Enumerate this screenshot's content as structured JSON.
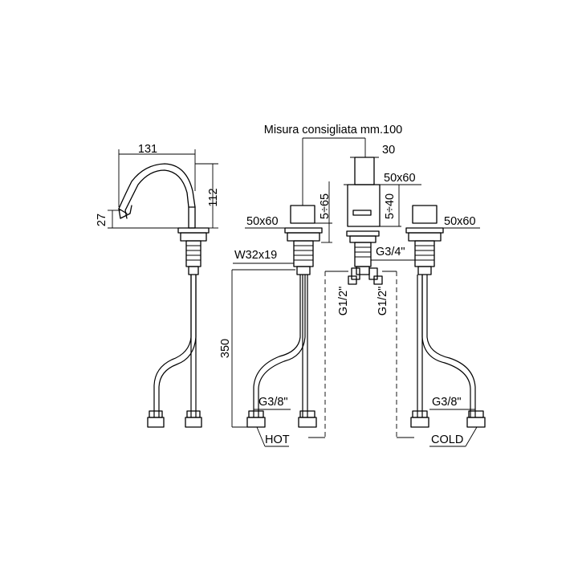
{
  "labels": {
    "recommended_distance": "Misura consigliata mm.100",
    "spout_width": "131",
    "spout_height": "112",
    "spout_outlet_height": "27",
    "left_rosette": "50x60",
    "left_lever_range": "5÷65",
    "body_width": "30",
    "body_rosette": "50x60",
    "body_range": "5÷40",
    "right_rosette": "50x60",
    "thread_w": "W32x19",
    "thread_g34": "G3/4\"",
    "thread_g12_left": "G1/2\"",
    "thread_g12_right": "G1/2\"",
    "hose_length": "350",
    "hot_thread": "G3/8\"",
    "cold_thread": "G3/8\"",
    "hot": "HOT",
    "cold": "COLD"
  }
}
